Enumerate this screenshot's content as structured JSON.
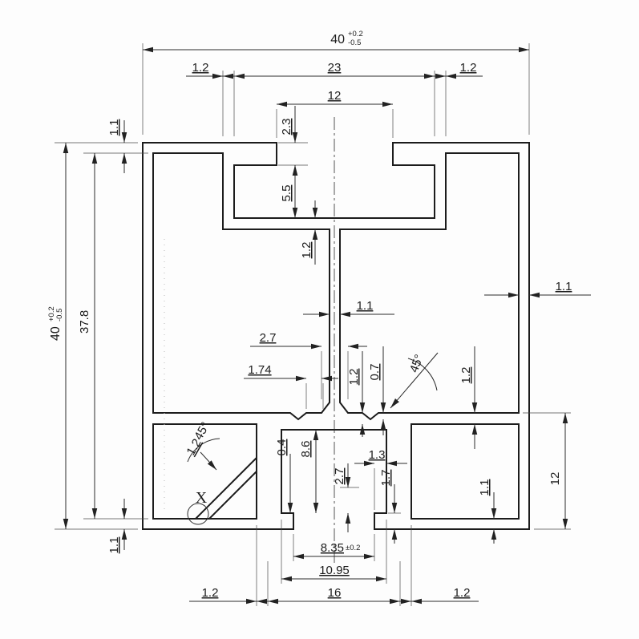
{
  "drawing": {
    "type": "technical-drawing",
    "subject": "40x40 aluminum extrusion profile cross-section",
    "units": "mm"
  },
  "dims": {
    "top_width": {
      "value": "40",
      "tol_plus": "+0.2",
      "tol_minus": "-0.5"
    },
    "height": {
      "value": "40",
      "tol_plus": "+0.2",
      "tol_minus": "-0.5"
    },
    "inner_height": "37.8",
    "top_wall_left": "1.2",
    "top_channel_outer": "23",
    "top_wall_right": "1.2",
    "top_opening": "12",
    "lip_height": "2.3",
    "channel_depth": "5.5",
    "channel_floor": "1.2",
    "top_face_wall": "1.1",
    "bottom_face_wall_left": "1.1",
    "side_wall_right": "1.1",
    "web_thickness": "1.1",
    "web_base_width": "2.7",
    "web_chamfer": "1.74",
    "center_shelf": "1.2",
    "groove_depth": "0.7",
    "chamfer_angle_right": "45°",
    "shelf_right": "1.2",
    "rib_angle": "45°",
    "rib_thickness": "1.2",
    "step_small": "0.4",
    "cavity_height": "8.6",
    "hook_rise": "2.7",
    "hook_width": "1.3",
    "hook_height": "1.7",
    "bottom_wall_right": "1.1",
    "bottom_section_height": "12",
    "slot_opening": {
      "value": "8.35",
      "tol": "±0.2"
    },
    "channel_inner_width": "10.95",
    "channel_outer_width": "16",
    "bottom_wall_thk_left": "1.2",
    "bottom_wall_thk_right": "1.2",
    "detail_label": "X"
  }
}
